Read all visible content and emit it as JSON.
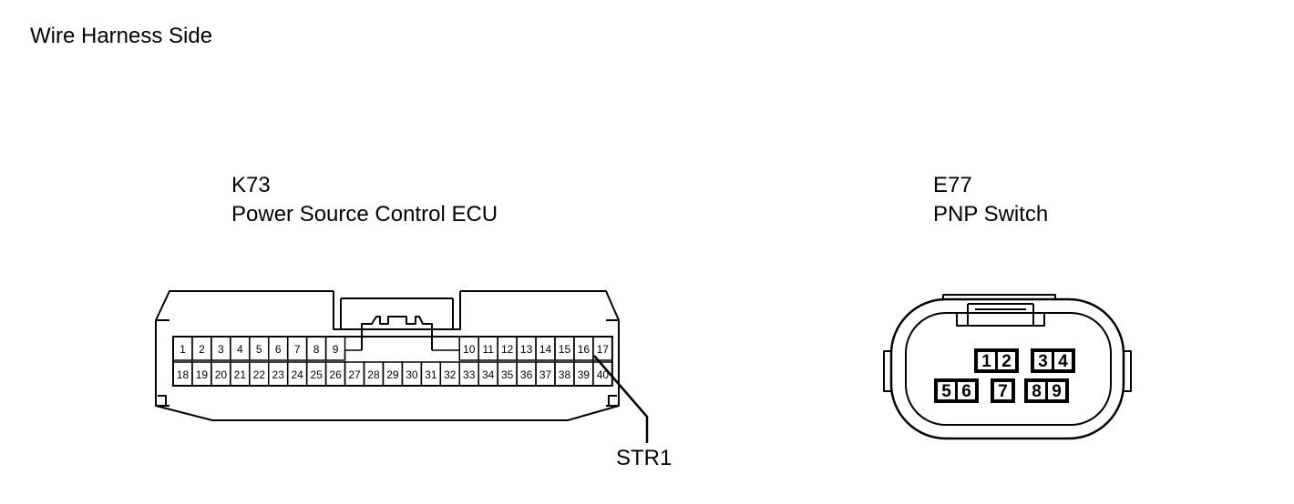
{
  "header": {
    "title": "Wire Harness Side"
  },
  "connectors": {
    "k73": {
      "code": "K73",
      "name": "Power Source Control ECU",
      "row1_left": [
        "1",
        "2",
        "3",
        "4",
        "5",
        "6",
        "7",
        "8",
        "9"
      ],
      "row1_right": [
        "10",
        "11",
        "12",
        "13",
        "14",
        "15",
        "16",
        "17"
      ],
      "row2": [
        "18",
        "19",
        "20",
        "21",
        "22",
        "23",
        "24",
        "25",
        "26",
        "27",
        "28",
        "29",
        "30",
        "31",
        "32",
        "33",
        "34",
        "35",
        "36",
        "37",
        "38",
        "39",
        "40"
      ],
      "callout": {
        "label": "STR1",
        "pin": "40"
      }
    },
    "e77": {
      "code": "E77",
      "name": "PNP Switch",
      "top_pairs": [
        [
          "1",
          "2"
        ],
        [
          "3",
          "4"
        ]
      ],
      "bottom_pairs": [
        [
          "5",
          "6"
        ],
        [
          "7"
        ],
        [
          "8",
          "9"
        ]
      ]
    }
  }
}
